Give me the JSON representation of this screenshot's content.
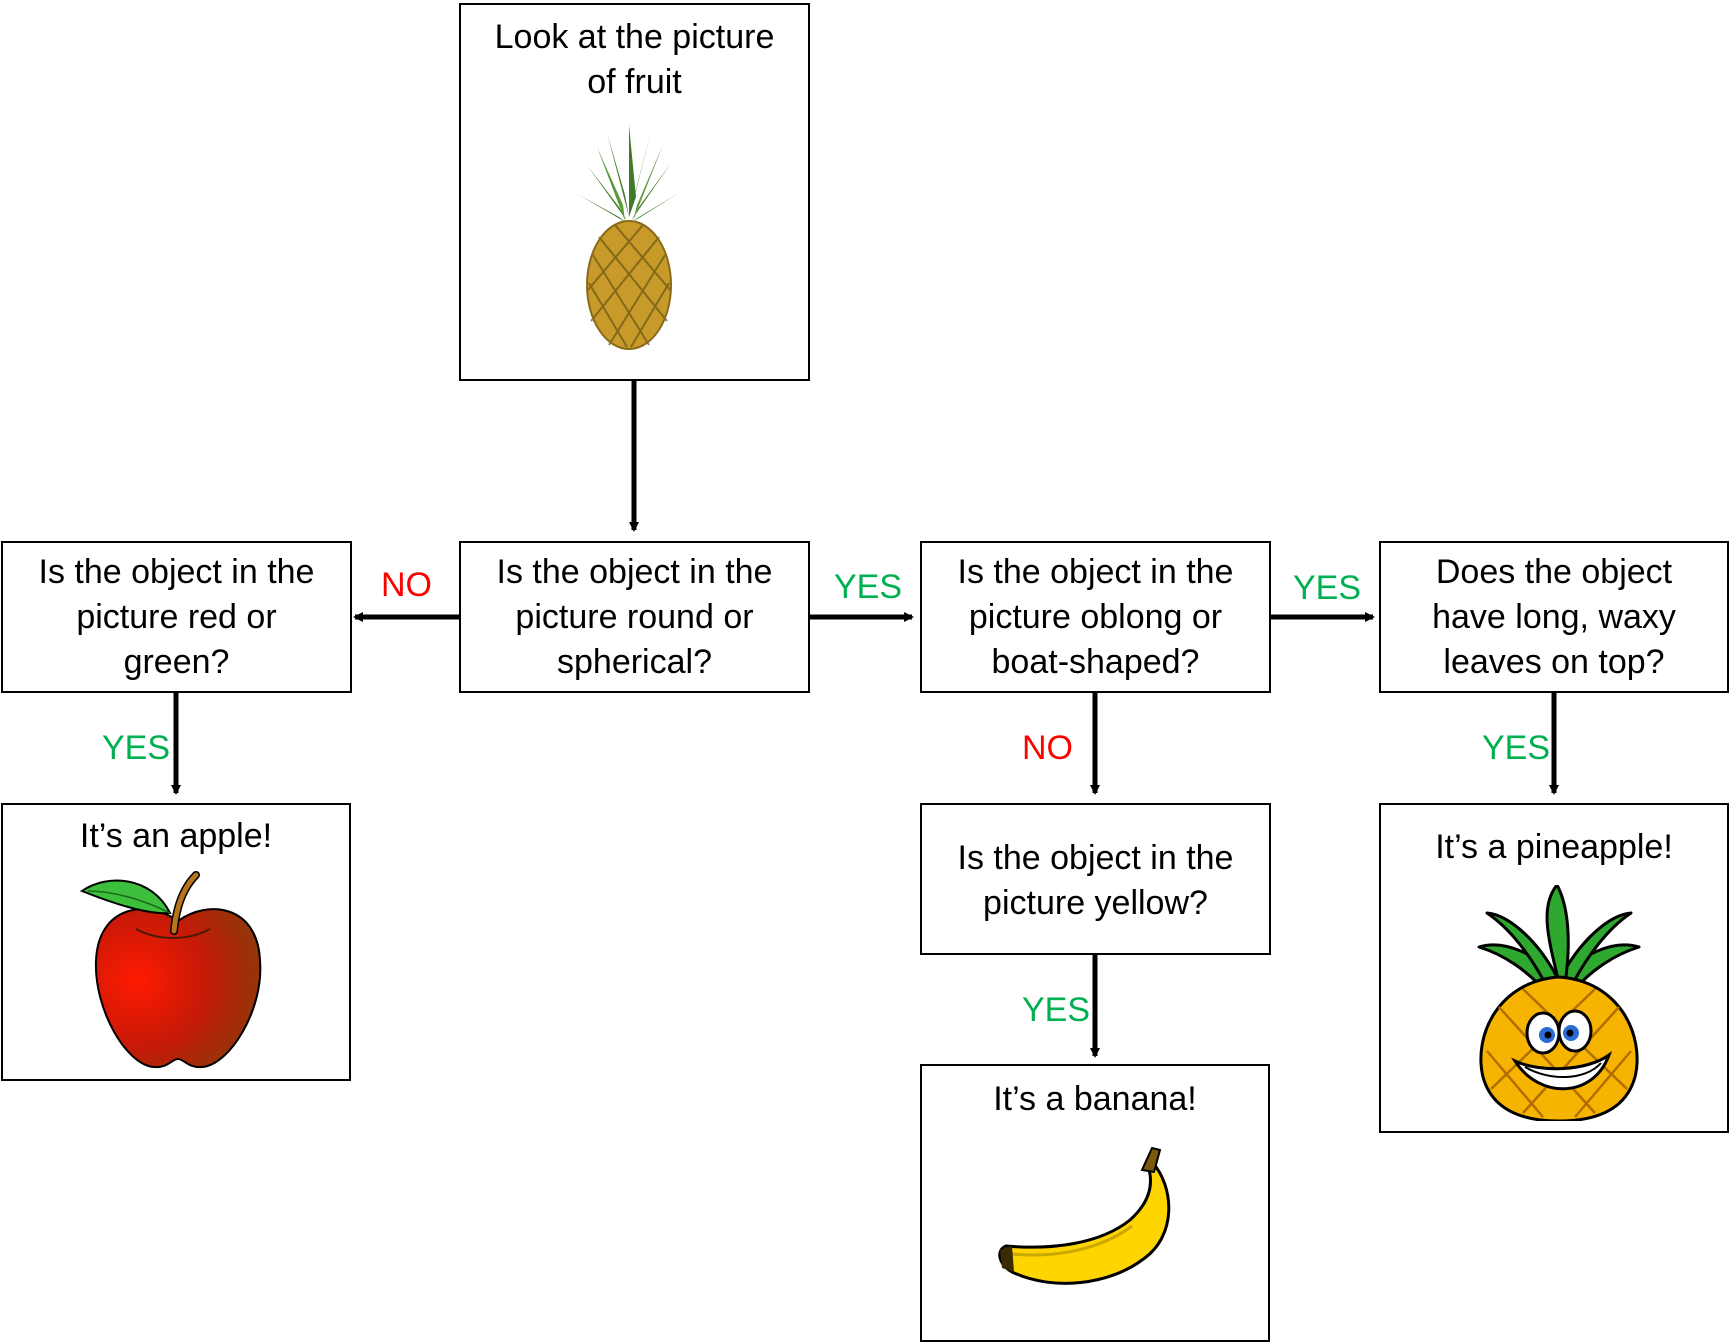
{
  "nodes": {
    "start": {
      "line1": "Look at the picture",
      "line2": "of fruit"
    },
    "round": {
      "line1": "Is the object in the",
      "line2": "picture round or",
      "line3": "spherical?"
    },
    "redgreen": {
      "line1": "Is the object in the",
      "line2": "picture red or",
      "line3": "green?"
    },
    "oblong": {
      "line1": "Is the object in the",
      "line2": "picture oblong or",
      "line3": "boat-shaped?"
    },
    "leaves": {
      "line1": "Does the object",
      "line2": "have long, waxy",
      "line3": "leaves on top?"
    },
    "yellow": {
      "line1": "Is the object in the",
      "line2": "picture yellow?"
    },
    "apple": {
      "text": "It’s an apple!"
    },
    "banana": {
      "text": "It’s a banana!"
    },
    "pineapple": {
      "text": "It’s a pineapple!"
    }
  },
  "edges": {
    "round_to_redgreen": "NO",
    "round_to_oblong": "YES",
    "oblong_to_leaves": "YES",
    "redgreen_to_apple": "YES",
    "oblong_to_yellow": "NO",
    "leaves_to_pineapple": "YES",
    "yellow_to_banana": "YES"
  },
  "colors": {
    "no": "#ff0000",
    "yes": "#00b050"
  },
  "icons": [
    "pineapple-photo",
    "apple-icon",
    "banana-icon",
    "cartoon-pineapple-icon"
  ]
}
